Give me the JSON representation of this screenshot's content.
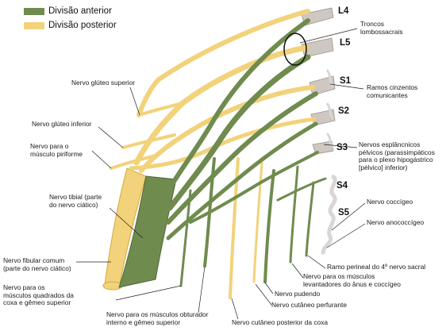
{
  "colors": {
    "anterior": "#6f8b4e",
    "anterior_dark": "#4e6736",
    "posterior": "#f2d27a",
    "posterior_dark": "#d2aa3e",
    "vertebra": "#cfc7c1",
    "sympathetic": "#d9d6d4",
    "leader": "#222222"
  },
  "legend": {
    "anterior": "Divisão anterior",
    "posterior": "Divisão posterior"
  },
  "roots": {
    "l4": "L4",
    "l5": "L5",
    "s1": "S1",
    "s2": "S2",
    "s3": "S3",
    "s4": "S4",
    "s5": "S5"
  },
  "labels": {
    "troncos": "Troncos\nlombossacrais",
    "ramos": "Ramos cinzentos\ncomunicantes",
    "esplancnicos": "Nervos esplâncnicos\npélvicos (parassimpáticos\npara o plexo hipogástrico\n[pélvico] inferior)",
    "coccigeo": "Nervo coccígeo",
    "anococcigeo": "Nervo anococcígeo",
    "perineal": "Ramo perineal do 4º nervo sacral",
    "levantadores": "Nervo para os músculos\nlevantadores do ânus e coccígeo",
    "pudendo": "Nervo pudendo",
    "perfurante": "Nervo cutâneo perfurante",
    "cutaneo_posterior": "Nervo cutâneo posterior da coxa",
    "obturador": "Nervo para os músculos obturador\ninterno e gêmeo superior",
    "quadrados": "Nervo para os\nmúsculos quadrados da\ncoxa e gêmeo superior",
    "fibular": "Nervo fibular comum\n(parte do nervo ciático)",
    "tibial": "Nervo tibial (parte\ndo nervo ciático)",
    "piriforme": "Nervo para o\nmúsculo piriforme",
    "gluteo_inferior": "Nervo glúteo inferior",
    "gluteo_superior": "Nervo glúteo superior"
  }
}
